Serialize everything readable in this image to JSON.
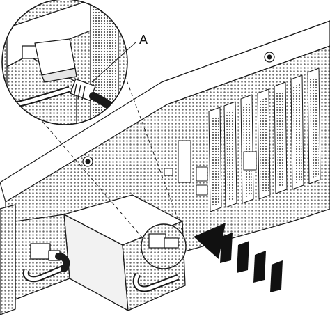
{
  "figure": {
    "callout_label": "A",
    "depicts": "power-supply-with-cord-installed-into-server-rear",
    "arrow_dash_count": 4,
    "colors": {
      "line": "#1a1a1a",
      "metal": "#ffffff",
      "shade": "#cfcfcf",
      "dark": "#111111",
      "vent": "#7a7a7a"
    }
  }
}
